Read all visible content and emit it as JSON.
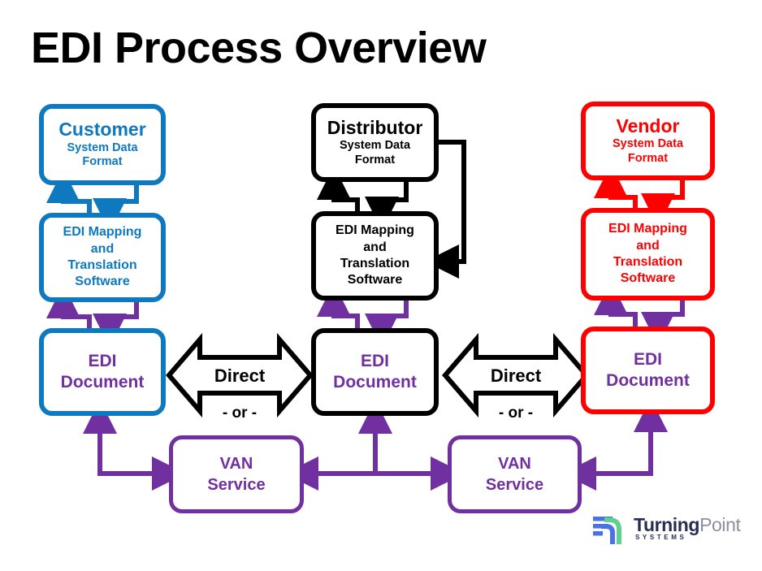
{
  "title": "EDI Process Overview",
  "colors": {
    "customer": "#0E79BE",
    "distributor": "#000000",
    "vendor": "#FF0000",
    "purple": "#7030A0",
    "black": "#000000",
    "white": "#FFFFFF",
    "logo_navy": "#262D54",
    "logo_gray": "#8B909F",
    "logo_blue": "#4A72E8",
    "logo_green": "#5FD18F"
  },
  "columns": [
    {
      "id": "customer",
      "accent": "#0E79BE",
      "system": {
        "title": "Customer",
        "line1": "System Data",
        "line2": "Format"
      },
      "mapping": {
        "line1": "EDI Mapping",
        "line2": "and",
        "line3": "Translation",
        "line4": "Software"
      },
      "document": {
        "line1": "EDI",
        "line2": "Document"
      }
    },
    {
      "id": "distributor",
      "accent": "#000000",
      "system": {
        "title": "Distributor",
        "line1": "System Data",
        "line2": "Format"
      },
      "mapping": {
        "line1": "EDI Mapping",
        "line2": "and",
        "line3": "Translation",
        "line4": "Software"
      },
      "document": {
        "line1": "EDI",
        "line2": "Document"
      }
    },
    {
      "id": "vendor",
      "accent": "#FF0000",
      "system": {
        "title": "Vendor",
        "line1": "System Data",
        "line2": "Format"
      },
      "mapping": {
        "line1": "EDI Mapping",
        "line2": "and",
        "line3": "Translation",
        "line4": "Software"
      },
      "document": {
        "line1": "EDI",
        "line2": "Document"
      }
    }
  ],
  "connectors": [
    {
      "id": "direct-left",
      "label": "Direct",
      "alt_label": "- or -"
    },
    {
      "id": "direct-right",
      "label": "Direct",
      "alt_label": "- or -"
    }
  ],
  "van_services": [
    {
      "id": "van-left",
      "line1": "VAN",
      "line2": "Service"
    },
    {
      "id": "van-right",
      "line1": "VAN",
      "line2": "Service"
    }
  ],
  "logo": {
    "name_bold": "Turning",
    "name_light": "Point",
    "tagline": "SYSTEMS"
  }
}
